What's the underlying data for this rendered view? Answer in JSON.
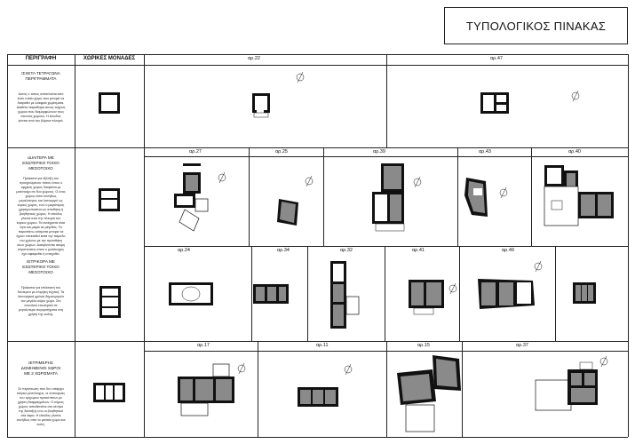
{
  "title": "ΤΥΠΟΛΟΓΙΚΟΣ ΠΙΝΑΚΑΣ",
  "headers": {
    "description": "ΠΕΡΙΓΡΑΦΗ",
    "spatial_units": "ΧΩΡΙΚΕΣ ΜΟΝΑΔΕΣ"
  },
  "rows": [
    {
      "label": "ΙΣΧΕΤΑ ΤΕΤΡΑΓΩΝΑ ΠΕΡΙΓΡΑΜΜΑΤΑ",
      "description": "Αυτός ο τύπος αποτελείται από έναν ενιαίο χώρο που μπορεί να διαιρεθεί με ελαφριά χωρίσματα. Διαθέτει παράθυρα στους τοίχους χώρου που διαμορφώνουν τους στενούς χώρους. Η είσοδος γίνεται από την βόρεια πλευρά.",
      "plans": [
        "αρ.22",
        "αρ.47"
      ]
    },
    {
      "label": "ΙΔΙΑΙΤΕΡΑ ΜΕ ΕΣΩΤΕΡΙΚΟ ΤΟΙΧΟ ΜΕΣΟΤΟΙΧΟ",
      "description": "Πρόκειται για εξέλιξη του προηγούμενου τύπου όπου ο αρχικός χώρος διαιρείται με μεσότοιχο σε δύο χώρους. Ο ένας χώρος είναι συνήθως μεγαλύτερος και λειτουργεί ως κύριος χώρος, ενώ ο μικρότερος χρησιμοποιείται ως αποθήκη ή βοηθητικός χώρος. Η είσοδος γίνεται από την πλευρά του κύριου χώρου. Τα ανοίγματα είναι λίγα και μικρά σε μέγεθος. Τα παραπάνω κτίσματα μπορεί να έχουν επεκταθεί κατά την πάροδο του χρόνου με την προσθήκη νέων χώρων. Διακρίνονται ακόμη περιπτώσεις όπου ο μεσότοιχος έχει αφαιρεθεί ή ενισχυθεί.",
      "plans": [
        "αρ.27",
        "αρ.25",
        "αρ.39",
        "αρ.43",
        "αρ.40"
      ]
    },
    {
      "label": "ΙΕΤΡΙΚΟΡΑ ΜΕ ΕΣΩΤΕΡΙΚΟ ΤΟΙΧΟ ΜΕΣΟΤΟΙΧΟ",
      "description": "Πρόκειται για επέκταση του δεύτερου με επιμήκη τεχνική. Τα λειτουργικά χρόνια δημιουργούν τον μεγάλο κύριο χώρο. Στο συνολικό εσωτερικό σε μεγαλύτερα συγκροτήματα στη χρήση της αυλής.",
      "plans": [
        "αρ.24",
        "αρ.34",
        "αρ.32",
        "αρ.41",
        "αρ.49"
      ]
    },
    {
      "label": "ΙΕΤΡΙΜΕΡΗΣ ΔΟΜΗΜΕΝΟΙ ΧΩΡΟΙ ΜΕ 2 ΧΩΡΙΣΜΑΤΑ",
      "description": "Σε περίπτωση που δεν υπάρχει ισόγειο μεσότοιχος, οι λειτουργίες του τρίχωρου προκύπτουν με χρήση διαφραγμάτων. Ο κύριος χώρος τοποθετείται στο κέντρο της διάταξης ενώ οι βοηθητικοί στα άκρα. Η είσοδος γίνεται συνήθως από το μεσαίο χώρο και αυλή.",
      "plans": [
        "αρ.17",
        "αρ.11",
        "αρ.15",
        "αρ.37"
      ]
    }
  ],
  "icons": {
    "north": "north-arrow-icon"
  }
}
